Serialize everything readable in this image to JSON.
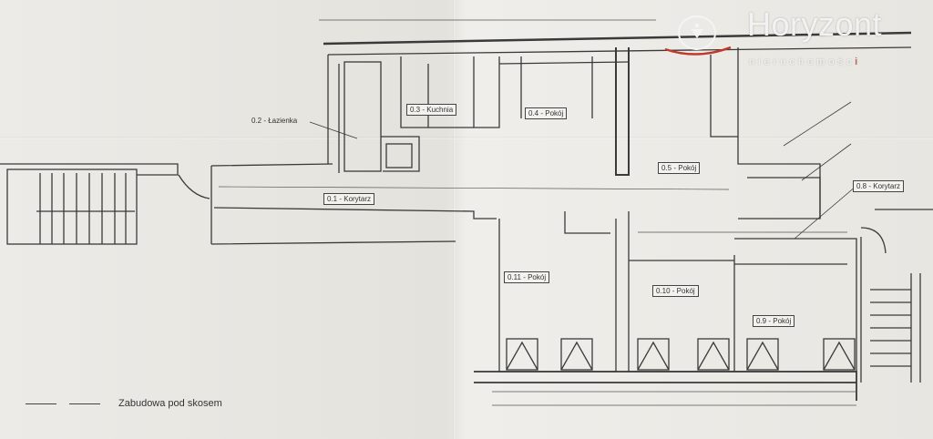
{
  "rooms": [
    {
      "label": "0.1 - Korytarz"
    },
    {
      "label": "0.2 - Łazienka"
    },
    {
      "label": "0.3 - Kuchnia"
    },
    {
      "label": "0.4 - Pokój"
    },
    {
      "label": "0.5 - Pokój"
    },
    {
      "label": "0.8 - Korytarz"
    },
    {
      "label": "0.9 - Pokój"
    },
    {
      "label": "0.10 - Pokój"
    },
    {
      "label": "0.11 - Pokój"
    }
  ],
  "legend": {
    "label": "Zabudowa pod skosem"
  },
  "brand": {
    "name": "Horyzont",
    "sub_before": "nieruchomośc",
    "sub_accent": "i"
  },
  "colors": {
    "lines": "#3a3a3a",
    "paper": "#e9e7e2",
    "brand_accent": "#c0392b"
  }
}
